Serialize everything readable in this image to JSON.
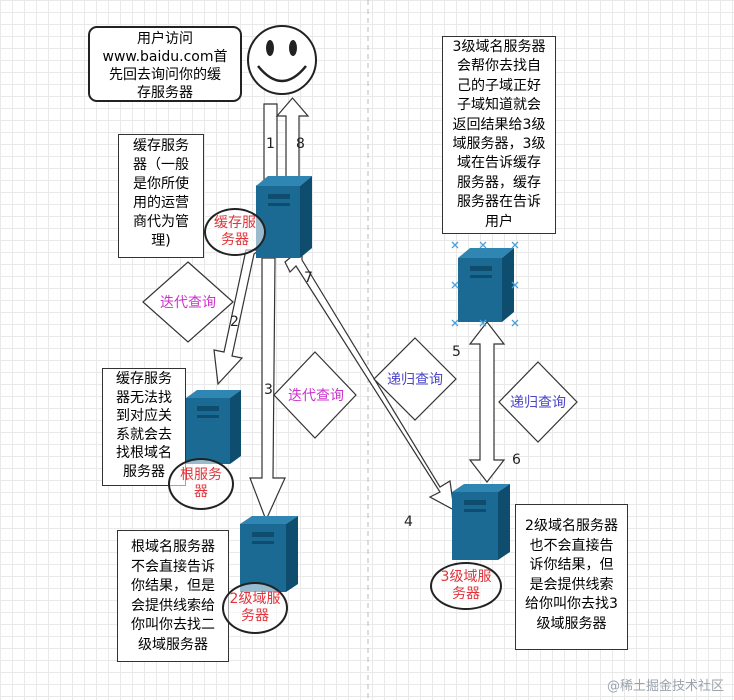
{
  "notes": {
    "user": "用户访问\nwww.baidu.com首\n先回去询问你的缓\n存服务器",
    "cache": "缓存服务\n器（一般\n是你所使\n用的运营\n商代为管\n理)",
    "root": "缓存服务\n器无法找\n到对应关\n系就会去\n找根域名\n服务器",
    "root_reply": "根域名服务器\n不会直接告诉\n你结果，但是\n会提供线索给\n你叫你去找二\n级域服务器",
    "l2_reply": "2级域名服务器\n也不会直接告\n诉你结果，但\n是会提供线索\n给你叫你去找3\n级域服务器",
    "l3_reply": "3级域名服务器\n会帮你去找自\n己的子域正好\n子域知道就会\n返回结果给3级\n域服务器，3级\n域在告诉缓存\n服务器，缓存\n服务器在告诉\n用户"
  },
  "servers": {
    "cache": "缓存服\n务器",
    "root": "根服务\n器",
    "l2": "2级域服\n务器",
    "l3": "3级域服\n务器"
  },
  "queries": {
    "iterative_1": "迭代查询",
    "iterative_2": "迭代查询",
    "recursive_1": "递归查询",
    "recursive_2": "递归查询"
  },
  "steps": [
    "1",
    "8",
    "2",
    "3",
    "7",
    "5",
    "6",
    "4"
  ],
  "colors": {
    "server": "#1b6a93",
    "server_dark": "#0f4d6e",
    "label_red": "#e0353c",
    "iterative": "#cc33cc",
    "recursive": "#4b45c8",
    "face": "#ffffff"
  },
  "watermark": "@稀土掘金技术社区"
}
